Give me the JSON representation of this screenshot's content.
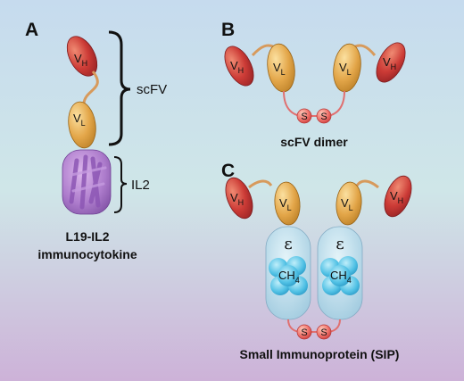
{
  "panels": {
    "a": "A",
    "b": "B",
    "c": "C"
  },
  "domains": {
    "vh": "V",
    "vh_sub": "H",
    "vl": "V",
    "vl_sub": "L",
    "ch": "CH",
    "ch_sub": "4",
    "epsilon": "ε",
    "s": "S"
  },
  "panel_a": {
    "scfv_label": "scFV",
    "il2_label": "IL2",
    "caption_line1": "L19-IL2",
    "caption_line2": "immunocytokine"
  },
  "panel_b": {
    "caption": "scFV dimer"
  },
  "panel_c": {
    "caption": "Small Immunoprotein (SIP)"
  },
  "colors": {
    "bg_top": "#c9dcec",
    "bg_mid": "#cde5ea",
    "bg_bottom": "#cdb5d8",
    "vh_red": "#c93a38",
    "vl_orange": "#e0a848",
    "il2_purple": "#a874c8",
    "ch4_blue": "#46b4dc",
    "disulfide_pink": "#ea6a6a"
  }
}
